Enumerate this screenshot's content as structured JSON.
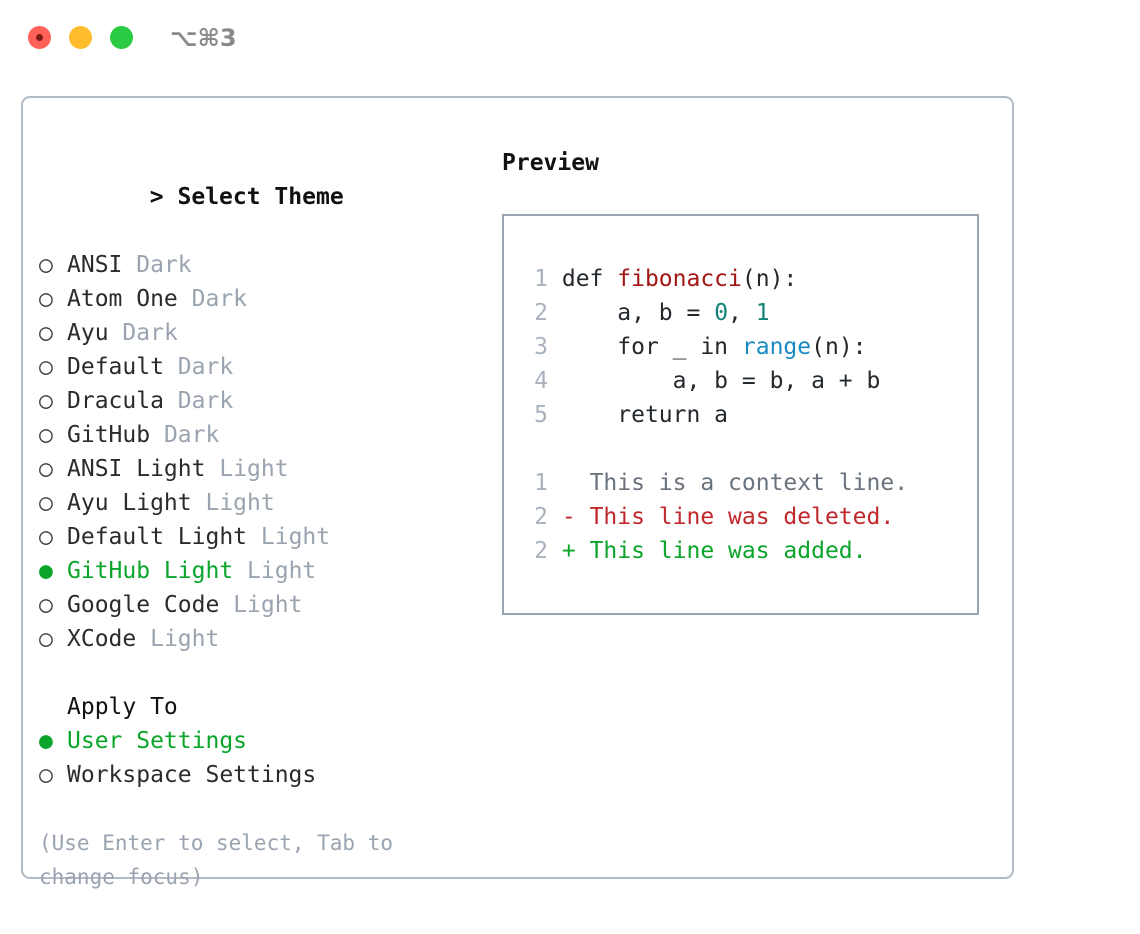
{
  "titlebar": {
    "shortcut": "⌥⌘3",
    "lights": [
      {
        "name": "close",
        "color": "#ff6159"
      },
      {
        "name": "minimize",
        "color": "#ffbd2e"
      },
      {
        "name": "maximize",
        "color": "#2acb42"
      }
    ]
  },
  "colors": {
    "panel_border": "#b2bac6",
    "code_border": "#9aa5b1",
    "selected_green": "#0aa52a",
    "tag_grey": "#9aa3b0",
    "lineno_grey": "#aab2be",
    "function_red": "#a31515",
    "number_teal": "#118277",
    "builtin_blue": "#1a8ac4",
    "diff_delete": "#c0282d",
    "diff_add": "#0aa52a",
    "diff_context": "#6a737d"
  },
  "theme_section": {
    "caret": ">",
    "title": "Select Theme",
    "bullet_unselected": "○",
    "bullet_selected": "●",
    "items": [
      {
        "label": "ANSI",
        "tag": "Dark",
        "selected": false
      },
      {
        "label": "Atom One",
        "tag": "Dark",
        "selected": false
      },
      {
        "label": "Ayu",
        "tag": "Dark",
        "selected": false
      },
      {
        "label": "Default",
        "tag": "Dark",
        "selected": false
      },
      {
        "label": "Dracula",
        "tag": "Dark",
        "selected": false
      },
      {
        "label": "GitHub",
        "tag": "Dark",
        "selected": false
      },
      {
        "label": "ANSI Light",
        "tag": "Light",
        "selected": false
      },
      {
        "label": "Ayu Light",
        "tag": "Light",
        "selected": false
      },
      {
        "label": "Default Light",
        "tag": "Light",
        "selected": false
      },
      {
        "label": "GitHub Light",
        "tag": "Light",
        "selected": true
      },
      {
        "label": "Google Code",
        "tag": "Light",
        "selected": false
      },
      {
        "label": "XCode",
        "tag": "Light",
        "selected": false
      }
    ]
  },
  "apply_section": {
    "title": "Apply To",
    "items": [
      {
        "label": "User Settings",
        "selected": true
      },
      {
        "label": "Workspace Settings",
        "selected": false
      }
    ]
  },
  "hint": "(Use Enter to select, Tab to change focus)",
  "preview": {
    "title": "Preview",
    "code_lines": [
      {
        "no": "1",
        "parts": [
          {
            "text": "def ",
            "cls": "code-text"
          },
          {
            "text": "fibonacci",
            "cls": "tok-fn"
          },
          {
            "text": "(n):",
            "cls": "code-text"
          }
        ]
      },
      {
        "no": "2",
        "parts": [
          {
            "text": "    a, b = ",
            "cls": "code-text"
          },
          {
            "text": "0",
            "cls": "tok-num"
          },
          {
            "text": ", ",
            "cls": "code-text"
          },
          {
            "text": "1",
            "cls": "tok-num"
          }
        ]
      },
      {
        "no": "3",
        "parts": [
          {
            "text": "    for _ in ",
            "cls": "code-text"
          },
          {
            "text": "range",
            "cls": "tok-builtin"
          },
          {
            "text": "(n):",
            "cls": "code-text"
          }
        ]
      },
      {
        "no": "4",
        "parts": [
          {
            "text": "        a, b = b, a + b",
            "cls": "code-text"
          }
        ]
      },
      {
        "no": "5",
        "parts": [
          {
            "text": "    return a",
            "cls": "code-text"
          }
        ]
      }
    ],
    "diff_lines": [
      {
        "no": "1",
        "marker": "  ",
        "text": "This is a context line.",
        "kind": "diff-ctx"
      },
      {
        "no": "2",
        "marker": "- ",
        "text": "This line was deleted.",
        "kind": "diff-del"
      },
      {
        "no": "2",
        "marker": "+ ",
        "text": "This line was added.",
        "kind": "diff-add"
      }
    ]
  }
}
